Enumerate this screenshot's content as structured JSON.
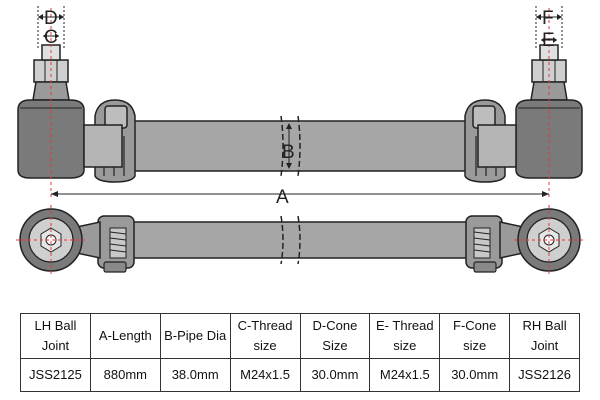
{
  "dimension_labels": {
    "a": "A",
    "b": "B",
    "c": "C",
    "d": "D",
    "e": "E",
    "f": "F"
  },
  "spec_table": {
    "headers": [
      "LH Ball Joint",
      "A-Length",
      "B-Pipe Dia",
      "C-Thread size",
      "D-Cone Size",
      "E- Thread size",
      "F-Cone size",
      "RH Ball Joint"
    ],
    "values": [
      "JSS2125",
      "880mm",
      "38.0mm",
      "M24x1.5",
      "30.0mm",
      "M24x1.5",
      "30.0mm",
      "JSS2126"
    ]
  }
}
